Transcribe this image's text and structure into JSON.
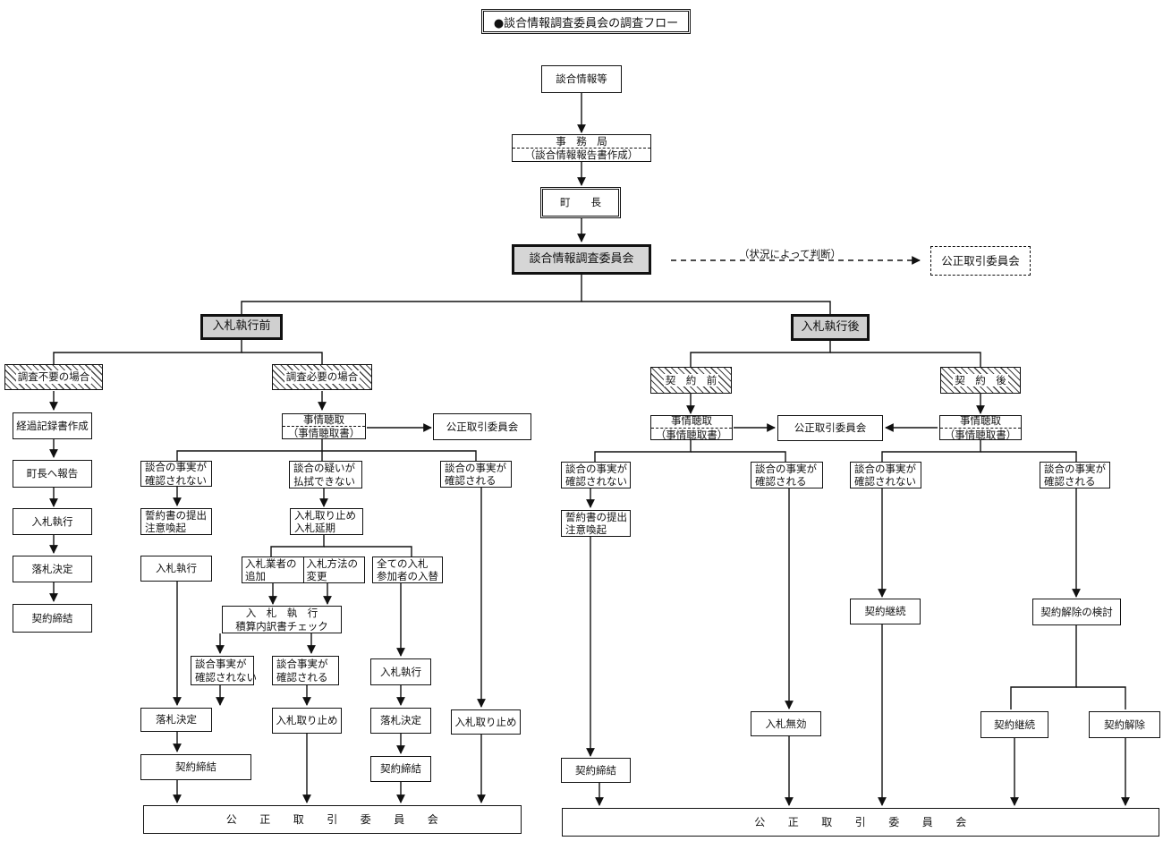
{
  "title": "●談合情報調査委員会の調査フロー",
  "top": {
    "info": "談合情報等",
    "office": "事　務　局",
    "office_sub": "（談合情報報告書作成）",
    "mayor": "町　　長",
    "committee": "談合情報調査委員会",
    "judge_note": "（状況によって判断）",
    "ftc_top": "公正取引委員会"
  },
  "before": {
    "head": "入札執行前",
    "no_need": "調査不要の場合",
    "no_need_steps": [
      "経過記録書作成",
      "町長へ報告",
      "入札執行",
      "落札決定",
      "契約締結"
    ],
    "need": "調査必要の場合",
    "hearing": "事情聴取",
    "hearing_sub": "（事情聴取書）",
    "ftc_side": "公正取引委員会",
    "a_head": [
      "談合の事実が",
      "確認されない"
    ],
    "a_pledge": [
      "誓約書の提出",
      "注意喚起"
    ],
    "a_exec": "入札執行",
    "a_award": "落札決定",
    "a_contract": "契約締結",
    "b_head": [
      "談合の疑いが",
      "払拭できない"
    ],
    "b_stop": [
      "入札取り止め",
      "入札延期"
    ],
    "b_add": [
      "入札業者の",
      "追加"
    ],
    "b_change": [
      "入札方法の",
      "変更"
    ],
    "b_exec": "入　札　執　行",
    "b_exec_sub": "積算内訳書チェック",
    "b_nc": [
      "談合事実が",
      "確認されない"
    ],
    "b_c": [
      "談合事実が",
      "確認される"
    ],
    "b_stop2": "入札取り止め",
    "c_head": [
      "全ての入札",
      "参加者の入替"
    ],
    "c_exec": "入札執行",
    "c_award": "落札決定",
    "c_contract": "契約締結",
    "d_head": [
      "談合の事実が",
      "確認される"
    ],
    "d_stop": "入札取り止め",
    "ftc_bottom": "公　　正　　取　　引　　委　　員　　会"
  },
  "after": {
    "head": "入札執行後",
    "pre": "契　約　前",
    "post": "契　約　後",
    "hearing": "事情聴取",
    "hearing_sub": "（事情聴取書）",
    "ftc_mid": "公正取引委員会",
    "e_head": [
      "談合の事実が",
      "確認されない"
    ],
    "e_pledge": [
      "誓約書の提出",
      "注意喚起"
    ],
    "e_contract": "契約締結",
    "f_head": [
      "談合の事実が",
      "確認される"
    ],
    "f_void": "入札無効",
    "g_head": [
      "談合の事実が",
      "確認されない"
    ],
    "g_keep": "契約継続",
    "h_head": [
      "談合の事実が",
      "確認される"
    ],
    "h_review": "契約解除の検討",
    "h_keep": "契約継続",
    "h_cancel": "契約解除",
    "ftc_bottom": "公　　正　　取　　引　　委　　員　　会"
  }
}
